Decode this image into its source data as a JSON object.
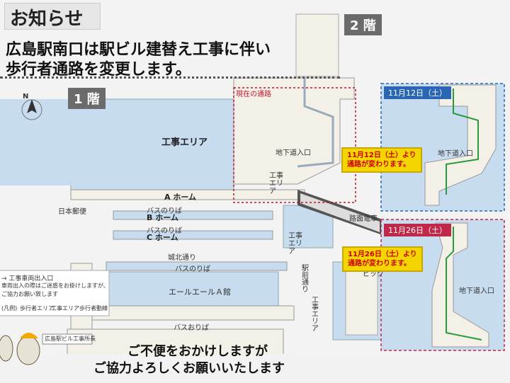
{
  "header": {
    "title": "お知らせ",
    "line1": "広島駅南口は駅ビル建替え工事に伴い",
    "line2": "歩行者通路を変更します。"
  },
  "floors": {
    "f1": "1 階",
    "f2": "2 階"
  },
  "map_labels": {
    "current_path": "現在の通路",
    "construction_area": "工事エリア",
    "construction_small": "工事\nエリア",
    "construction_small2": "工事\nエリア",
    "underground_entrance": "地下道入口",
    "a_home": "A ホーム",
    "b_home": "B ホーム",
    "c_home": "C ホーム",
    "bus_stop": "バスのりば",
    "bus_stop2": "バスのりば",
    "bus_stop3": "バスのりば",
    "bus_getoff": "バスおりば",
    "japan_post": "日本郵便",
    "joto_street": "城北通り",
    "aeru_a": "エールエールＡ館",
    "ekimae_street": "駅前通り",
    "construction_v": "工事エリア",
    "tram": "路面電車",
    "big": "ビック",
    "north": "N"
  },
  "legend": {
    "l1": "→ 工事車両出入口",
    "l2": "車両出入の際はご迷惑をお掛けしますが、",
    "l3": "ご協力お願い致します",
    "l4": "(凡例)",
    "l5": "歩行者エリア",
    "l6": "工事エリア",
    "l7": "歩行者動線"
  },
  "office": "広島駅ビル工事所長",
  "insets": {
    "nov12": "11月12日（土）",
    "nov26": "11月26日（土）",
    "underground1": "地下道入口",
    "underground2": "地下道入口"
  },
  "callouts": {
    "c1a": "11月12日（土）より",
    "c1b": "通路が変わります。",
    "c2a": "11月26日（土）より",
    "c2b": "通路が変わります。"
  },
  "footer": {
    "line1": "ご不便をおかけしますが",
    "line2": "ご協力よろしくお願いいたします"
  },
  "colors": {
    "building": "#c7dcef",
    "walkway": "#f3f0e8",
    "route": "#2a9a3a",
    "current_box": "#c0142a",
    "inset1_border": "#2a66b3",
    "inset2_border": "#c0284a",
    "callout_fill": "#f4d500"
  }
}
